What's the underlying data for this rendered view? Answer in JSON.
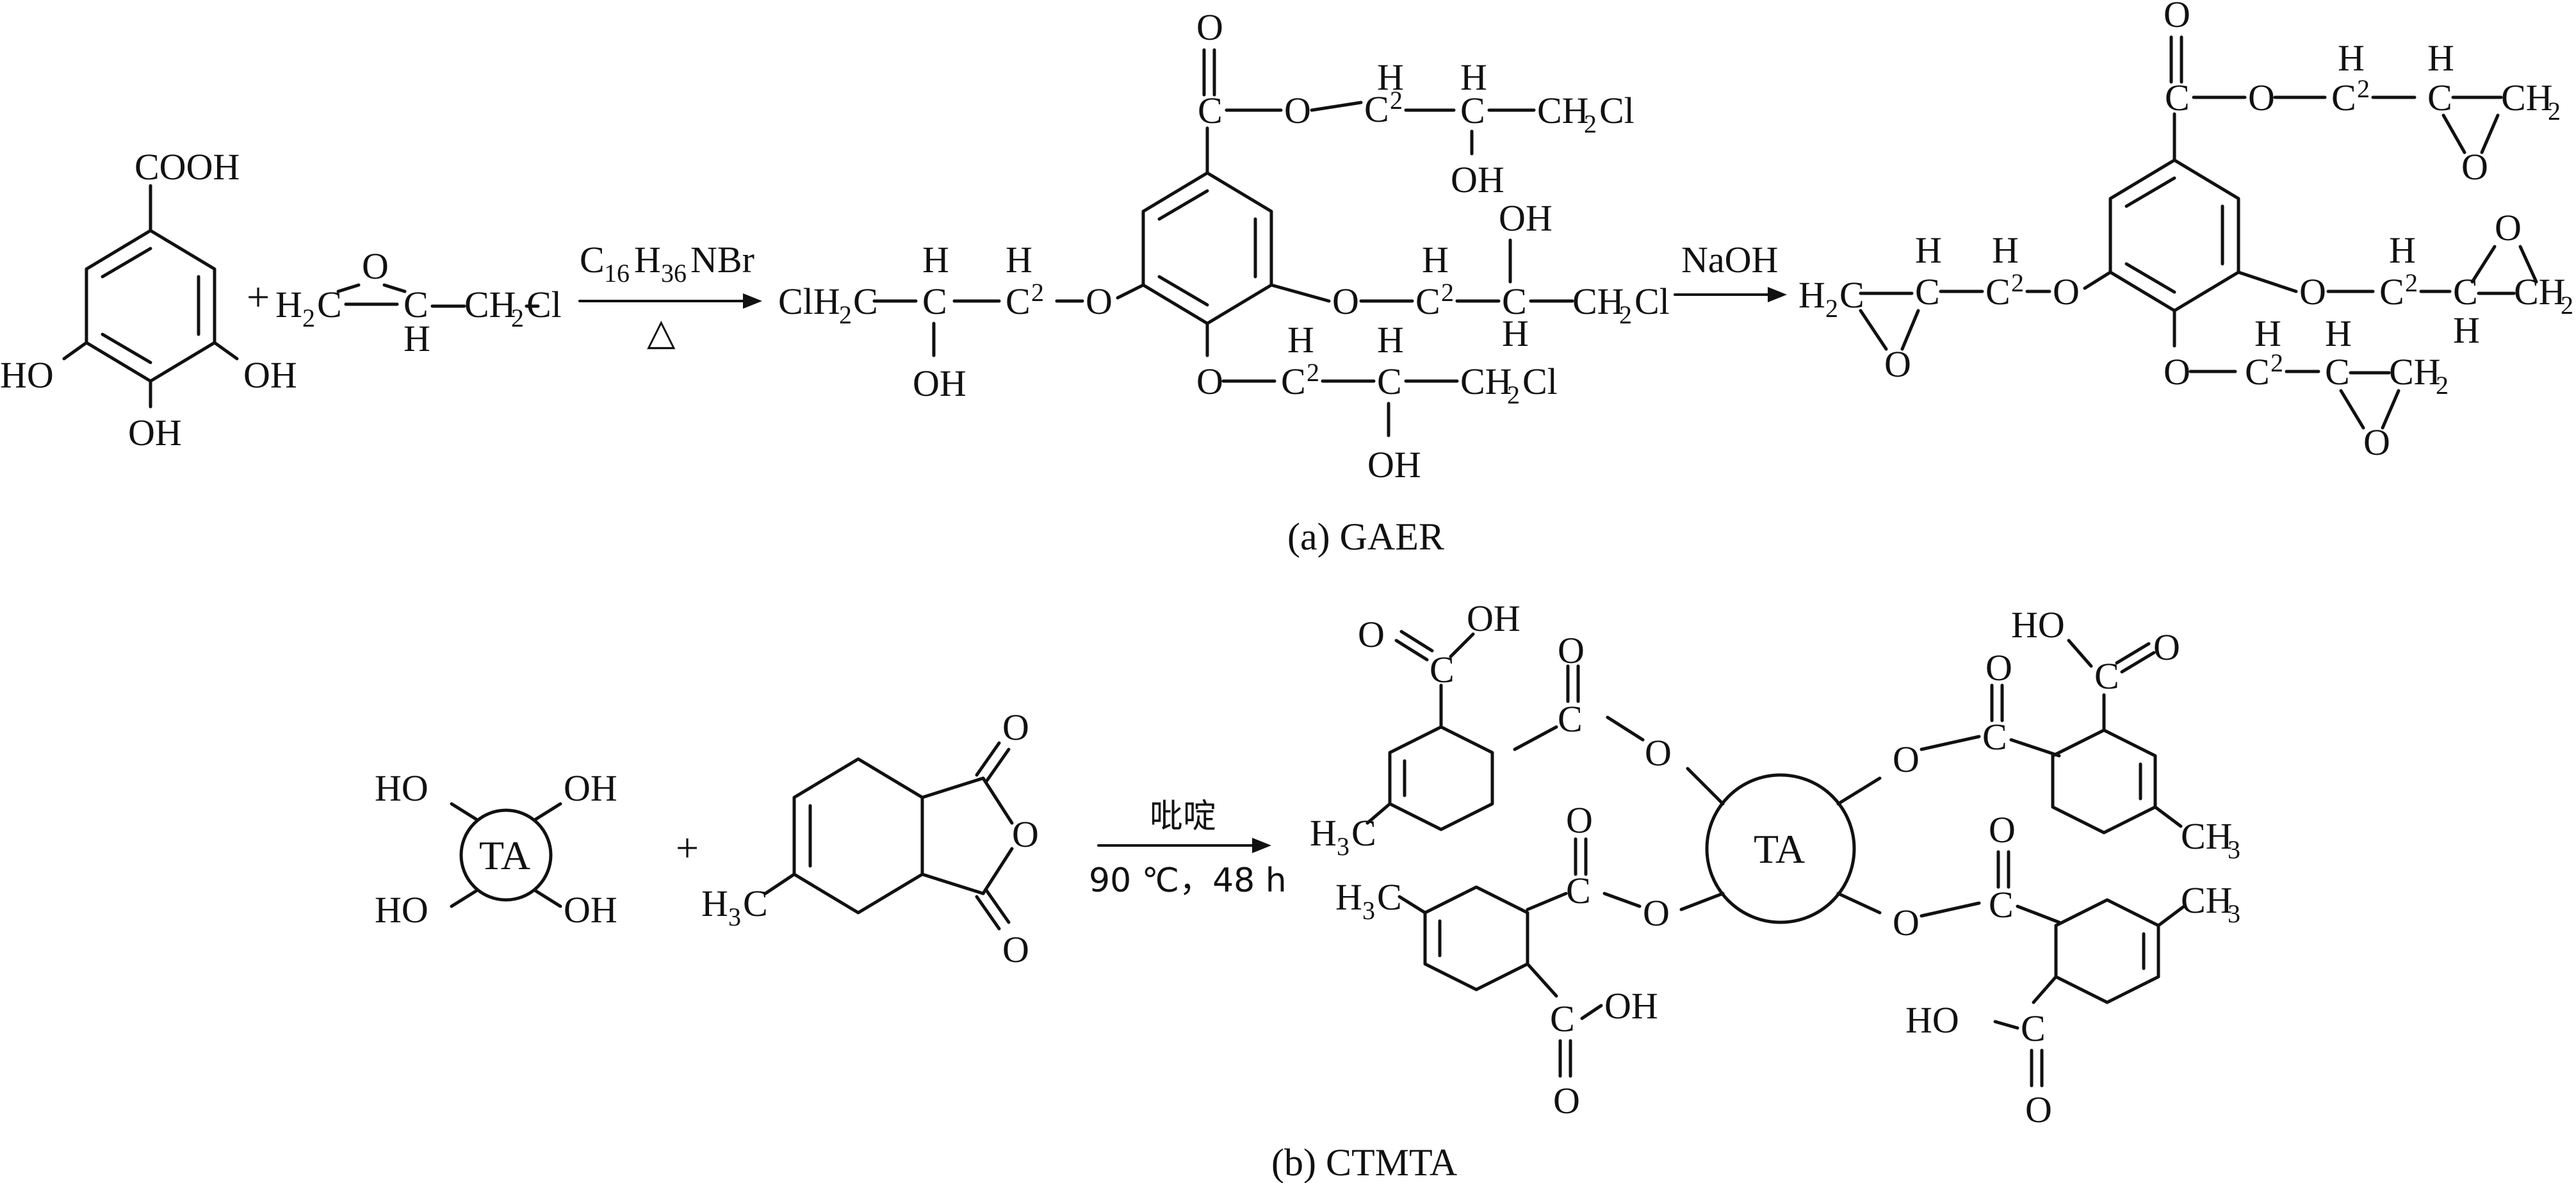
{
  "reaction_a": {
    "caption": "(a) GAER",
    "plus": "+",
    "gallic_acid": {
      "cooh": "COOH",
      "oh_left": "HO",
      "oh_right": "OH",
      "oh_bottom": "OH"
    },
    "epichlorohydrin": {
      "o": "O",
      "h2c": "H",
      "h2c_sub": "2",
      "h2c_c": "C",
      "ch": "C",
      "ch_h": "H",
      "ch2cl": "CH",
      "ch2cl_sub": "2",
      "ch2cl_cl": "Cl"
    },
    "step1": {
      "reagent": "C",
      "reagent_sub1": "16",
      "reagent_h": "H",
      "reagent_sub2": "36",
      "reagent_tail": "NBr",
      "heat": "△"
    },
    "intermediate": {
      "ester_o_dbl": "O",
      "ester_c": "C",
      "ester_o": "O",
      "h": "H",
      "ch2": "C",
      "ch2_sup": "2",
      "ch": "C",
      "oh": "OH",
      "ch2cl": "CH",
      "ch2cl_sub": "2",
      "cl": "Cl",
      "left_start": "ClH",
      "left_sub": "2",
      "left_c": "C",
      "o": "O"
    },
    "step2": {
      "reagent": "NaOH"
    },
    "product": {
      "ester_o_dbl": "O",
      "ester_c": "C",
      "o": "O",
      "h": "H",
      "c": "C",
      "c_sup": "2",
      "ch2": "CH",
      "ch2_sub": "2",
      "left_h2c": "H",
      "left_sub": "2",
      "left_c": "C"
    }
  },
  "reaction_b": {
    "caption": "(b) CTMTA",
    "plus": "+",
    "ta": "TA",
    "ho": "HO",
    "oh": "OH",
    "anhydride": {
      "o": "O",
      "h3c": "H",
      "h3c_sub": "3",
      "h3c_c": "C"
    },
    "conditions": {
      "solvent": "吡啶",
      "temp_time": "90 ℃，48 h"
    },
    "product": {
      "ta": "TA",
      "o": "O",
      "oh": "OH",
      "ho": "HO",
      "c": "C",
      "ch3": "CH",
      "ch3_sub": "3",
      "h3c": "H",
      "h3c_sub": "3",
      "h3c_c": "C"
    }
  }
}
